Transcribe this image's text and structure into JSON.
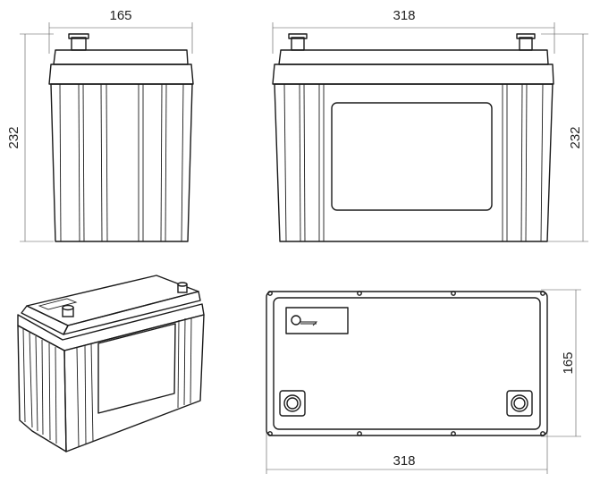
{
  "dimensions": {
    "front_width": "165",
    "front_height": "232",
    "side_width": "318",
    "side_height": "232",
    "top_width": "318",
    "top_depth": "165"
  }
}
